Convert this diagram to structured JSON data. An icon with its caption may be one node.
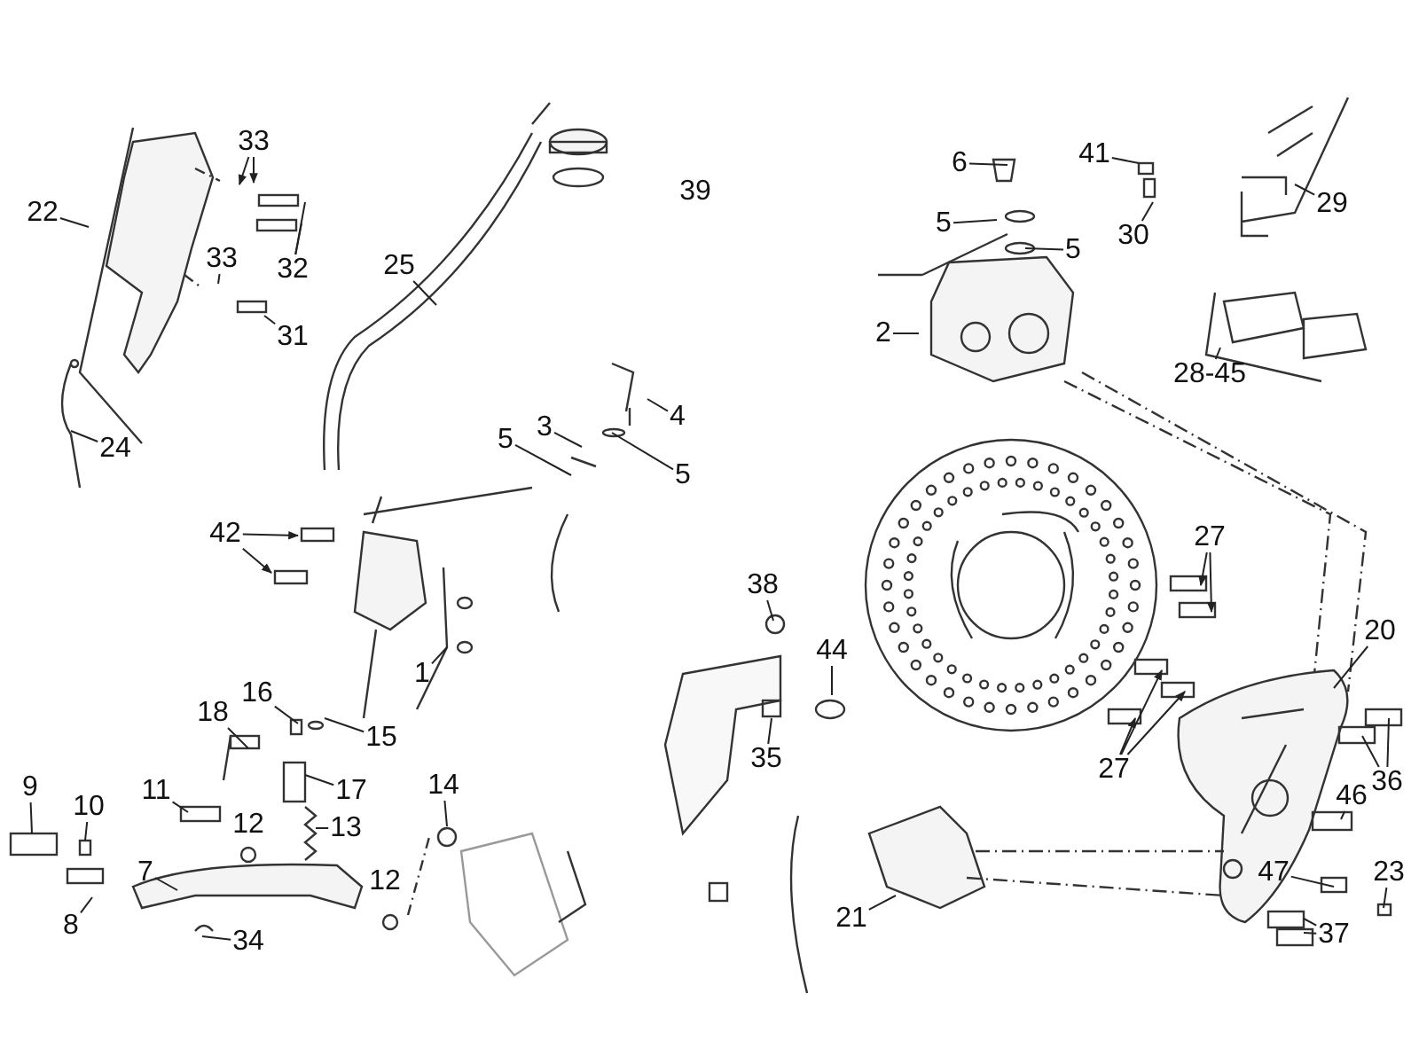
{
  "diagram": {
    "nodes": [
      {
        "text": [
          "22"
        ]
      },
      {
        "text": [
          "33"
        ]
      },
      {
        "text": [
          "32"
        ]
      },
      {
        "text": [
          "33"
        ]
      },
      {
        "text": [
          "31"
        ]
      },
      {
        "text": [
          "24"
        ]
      },
      {
        "text": [
          "25"
        ]
      },
      {
        "text": [
          "6"
        ]
      },
      {
        "text": [
          "5"
        ]
      },
      {
        "text": [
          "5"
        ]
      },
      {
        "text": [
          "41"
        ]
      },
      {
        "text": [
          "30"
        ]
      },
      {
        "text": [
          "29"
        ]
      },
      {
        "text": [
          "2"
        ]
      },
      {
        "text": [
          "28-45"
        ]
      },
      {
        "text": [
          "4"
        ]
      },
      {
        "text": [
          "3"
        ]
      },
      {
        "text": [
          "5"
        ]
      },
      {
        "text": [
          "5"
        ]
      },
      {
        "text": [
          "42"
        ]
      },
      {
        "text": [
          "1"
        ]
      },
      {
        "text": [
          "16"
        ]
      },
      {
        "text": [
          "15"
        ]
      },
      {
        "text": [
          "18"
        ]
      },
      {
        "text": [
          "17"
        ]
      },
      {
        "text": [
          "9"
        ]
      },
      {
        "text": [
          "10"
        ]
      },
      {
        "text": [
          "11"
        ]
      },
      {
        "text": [
          "13"
        ]
      },
      {
        "text": [
          "7"
        ]
      },
      {
        "text": [
          "8"
        ]
      },
      {
        "text": [
          "34"
        ]
      },
      {
        "text": [
          "14"
        ]
      },
      {
        "text": [
          "38"
        ]
      },
      {
        "text": [
          "44"
        ]
      },
      {
        "text": [
          "35"
        ]
      },
      {
        "text": [
          "27"
        ]
      },
      {
        "text": [
          "27"
        ]
      },
      {
        "text": [
          "20"
        ]
      },
      {
        "text": [
          "36"
        ]
      },
      {
        "text": [
          "46"
        ]
      },
      {
        "text": [
          "47"
        ]
      },
      {
        "text": [
          "23"
        ]
      },
      {
        "text": [
          "37"
        ]
      },
      {
        "text": [
          "21"
        ]
      }
    ],
    "edges": [
      {
        "from": 0,
        "to": null,
        "arrow": "none"
      },
      {
        "from": 1,
        "to": null,
        "arrow": "to"
      },
      {
        "from": 1,
        "to": null,
        "arrow": "to"
      },
      {
        "from": 2,
        "to": null,
        "arrow": "none"
      },
      {
        "from": 2,
        "to": null,
        "arrow": "none"
      },
      {
        "from": 3,
        "to": null,
        "arrow": "none"
      },
      {
        "from": 4,
        "to": null,
        "arrow": "none"
      },
      {
        "from": 5,
        "to": null,
        "arrow": "none"
      },
      {
        "from": 6,
        "to": null,
        "arrow": "none"
      },
      {
        "from": 7,
        "to": null,
        "arrow": "none"
      },
      {
        "from": 8,
        "to": null,
        "arrow": "none"
      },
      {
        "from": 9,
        "to": null,
        "arrow": "none"
      },
      {
        "from": 10,
        "to": null,
        "arrow": "none"
      },
      {
        "from": 11,
        "to": null,
        "arrow": "none"
      },
      {
        "from": 12,
        "to": null,
        "arrow": "none"
      },
      {
        "from": 13,
        "to": null,
        "arrow": "none"
      },
      {
        "from": 14,
        "to": null,
        "arrow": "none"
      },
      {
        "from": 15,
        "to": null,
        "arrow": "none"
      },
      {
        "from": 16,
        "to": null,
        "arrow": "none"
      },
      {
        "from": 17,
        "to": null,
        "arrow": "none"
      },
      {
        "from": 18,
        "to": null,
        "arrow": "none"
      },
      {
        "from": 19,
        "to": null,
        "arrow": "to"
      },
      {
        "from": 19,
        "to": null,
        "arrow": "to"
      },
      {
        "from": 20,
        "to": null,
        "arrow": "none"
      },
      {
        "from": 21,
        "to": null,
        "arrow": "none"
      },
      {
        "from": 22,
        "to": null,
        "arrow": "none"
      },
      {
        "from": 23,
        "to": null,
        "arrow": "none"
      },
      {
        "from": 24,
        "to": null,
        "arrow": "none"
      },
      {
        "from": 25,
        "to": null,
        "arrow": "none"
      },
      {
        "from": 26,
        "to": null,
        "arrow": "none"
      },
      {
        "from": 27,
        "to": null,
        "arrow": "none"
      },
      {
        "from": 28,
        "to": null,
        "arrow": "none"
      },
      {
        "from": 29,
        "to": null,
        "arrow": "none"
      },
      {
        "from": 30,
        "to": null,
        "arrow": "none"
      },
      {
        "from": 31,
        "to": null,
        "arrow": "none"
      },
      {
        "from": 32,
        "to": null,
        "arrow": "none"
      },
      {
        "from": 33,
        "to": null,
        "arrow": "none"
      },
      {
        "from": 34,
        "to": null,
        "arrow": "none"
      },
      {
        "from": 35,
        "to": null,
        "arrow": "none"
      },
      {
        "from": 36,
        "to": null,
        "arrow": "to"
      },
      {
        "from": 36,
        "to": null,
        "arrow": "to"
      },
      {
        "from": 37,
        "to": null,
        "arrow": "to"
      },
      {
        "from": 37,
        "to": null,
        "arrow": "to"
      },
      {
        "from": 37,
        "to": null,
        "arrow": "to"
      },
      {
        "from": 38,
        "to": null,
        "arrow": "none"
      },
      {
        "from": 39,
        "to": null,
        "arrow": "none"
      },
      {
        "from": 39,
        "to": null,
        "arrow": "none"
      },
      {
        "from": 40,
        "to": null,
        "arrow": "none"
      },
      {
        "from": 41,
        "to": null,
        "arrow": "none"
      },
      {
        "from": 42,
        "to": null,
        "arrow": "none"
      },
      {
        "from": 43,
        "to": null,
        "arrow": "none"
      },
      {
        "from": 43,
        "to": null,
        "arrow": "none"
      },
      {
        "from": 44,
        "to": null,
        "arrow": "none"
      }
    ],
    "labels": [
      "39",
      "12",
      "12"
    ]
  }
}
